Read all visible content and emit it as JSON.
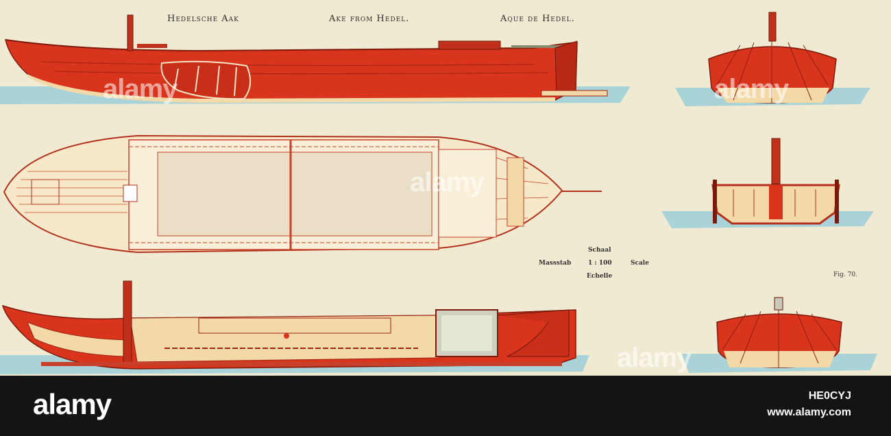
{
  "titles": {
    "dutch": "Hedelsche Aak",
    "english": "Ake from Hedel.",
    "french": "Aque de Hedel."
  },
  "scale": {
    "schaal": "Schaal",
    "massstab": "Massstab",
    "ratio": "1 : 100",
    "scale_en": "Scale",
    "echelle": "Echelle"
  },
  "figure_label": "Fig. 70.",
  "watermark_text": "alamy",
  "footer": {
    "logo": "alamy",
    "image_code": "HE0CYJ",
    "url": "www.alamy.com"
  },
  "colors": {
    "paper": "#f1ead3",
    "hull_red": "#d9341c",
    "hull_dark": "#9e2312",
    "deck_cream": "#f3d9a8",
    "water_blue": "#9ccfd8",
    "footer_bg": "#141414"
  }
}
